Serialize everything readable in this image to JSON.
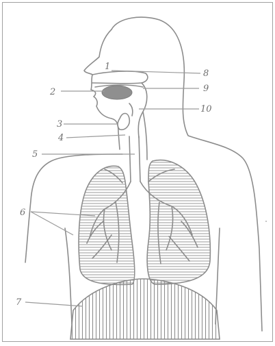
{
  "diagram": {
    "type": "respiratory-system-illustration",
    "labels": {
      "l1": "1",
      "l2": "2",
      "l3": "3",
      "l4": "4",
      "l5": "5",
      "l6": "6",
      "l7": "7",
      "l8": "8",
      "l9": "9",
      "l10": "10"
    },
    "colors": {
      "ink": "#8c8c8c",
      "label": "#6f6f6f",
      "lung_hatch": "#9a9a9a",
      "background": "#ffffff"
    }
  }
}
